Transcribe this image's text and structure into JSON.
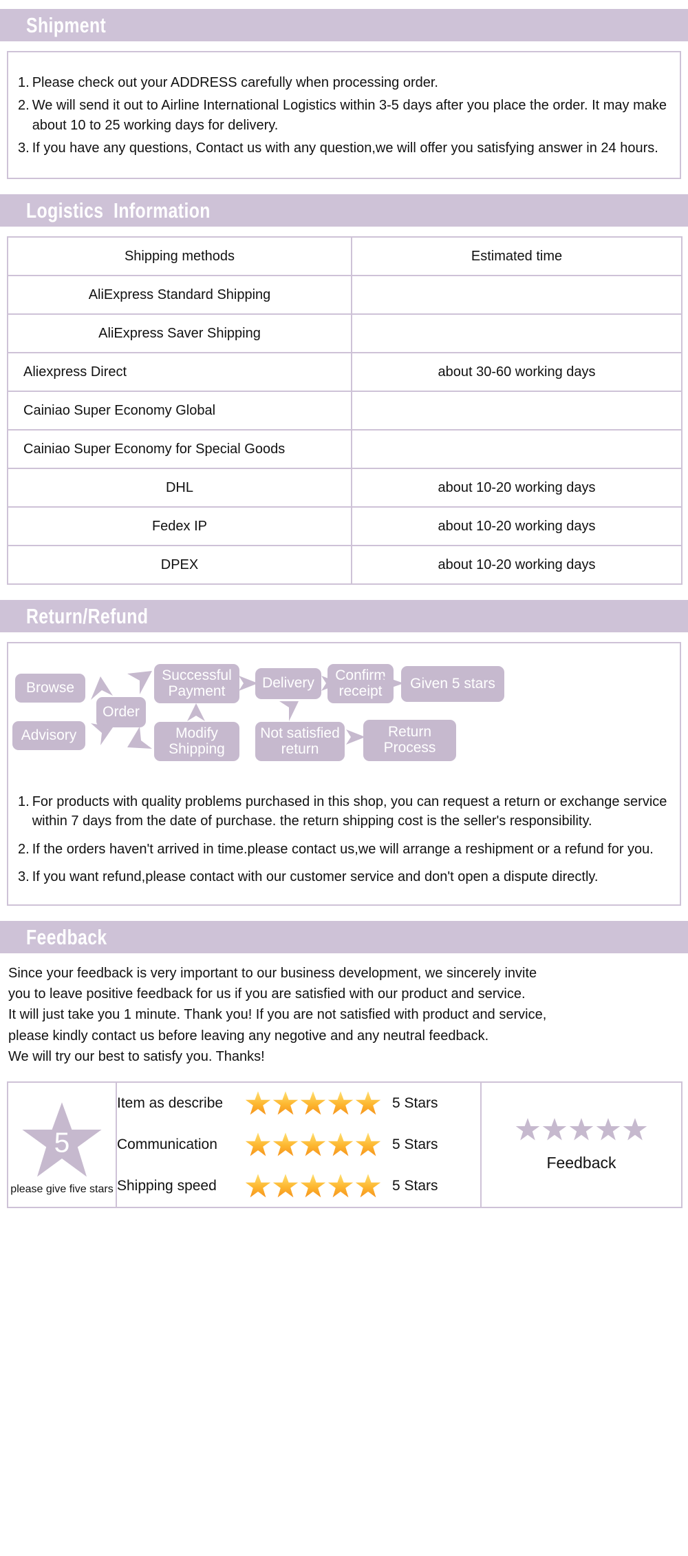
{
  "sections": {
    "shipment": {
      "title": "Shipment",
      "items": [
        {
          "num": "1.",
          "text": "Please check out your ADDRESS carefully when processing order."
        },
        {
          "num": "2.",
          "text": "We will send it out to Airline International Logistics within 3-5 days after you place the order. It may make about 10 to 25 working days for delivery."
        },
        {
          "num": "3.",
          "text": "If you have any questions, Contact us with any question,we will offer you satisfying answer in 24 hours."
        }
      ]
    },
    "logistics": {
      "title": "Logistics  Information",
      "columns": [
        "Shipping methods",
        "Estimated time"
      ],
      "rows": [
        {
          "method": "AliExpress Standard Shipping",
          "time": ""
        },
        {
          "method": "AliExpress Saver Shipping",
          "time": ""
        },
        {
          "method": "Aliexpress Direct",
          "time": "about 30-60 working days"
        },
        {
          "method": "Cainiao Super Economy Global",
          "time": ""
        },
        {
          "method": "Cainiao Super Economy for Special Goods",
          "time": ""
        },
        {
          "method": "DHL",
          "time": "about 10-20 working days"
        },
        {
          "method": "Fedex IP",
          "time": "about 10-20 working days"
        },
        {
          "method": "DPEX",
          "time": "about 10-20 working days"
        }
      ]
    },
    "return_refund": {
      "title": "Return/Refund",
      "flow_nodes": [
        {
          "id": "browse",
          "label": "Browse"
        },
        {
          "id": "advisory",
          "label": "Advisory"
        },
        {
          "id": "order",
          "label": "Order"
        },
        {
          "id": "successful-payment",
          "label": "Successful\nPayment"
        },
        {
          "id": "modify-shipping",
          "label": "Modify\nShipping"
        },
        {
          "id": "delivery",
          "label": "Delivery"
        },
        {
          "id": "confirm-receipt",
          "label": "Confirm\nreceipt"
        },
        {
          "id": "given-5-stars",
          "label": "Given 5 stars"
        },
        {
          "id": "not-satisfied-return",
          "label": "Not satisfied\nreturn"
        },
        {
          "id": "return-process",
          "label": "Return\nProcess"
        }
      ],
      "items": [
        {
          "num": "1.",
          "text": "For products with quality problems purchased in this shop, you can request a return or exchange service within 7 days from the date of purchase. the return shipping cost is the seller's responsibility."
        },
        {
          "num": "2.",
          "text": "If the orders haven't arrived in time.please contact us,we will arrange a reshipment or a refund for you."
        },
        {
          "num": "3.",
          "text": "If you want refund,please contact with our customer service and don't open a dispute directly."
        }
      ]
    },
    "feedback": {
      "title": "Feedback",
      "paragraph_lines": [
        "Since your feedback is very important to our business development, we sincerely invite",
        "you to leave positive feedback for us if you are satisfied with our product and service.",
        "It will just take you 1 minute. Thank you! If you are not satisfied with product and service,",
        "please kindly contact us before leaving any negotive and any neutral feedback.",
        "We will try our best to satisfy you. Thanks!"
      ],
      "rating": {
        "big_star_number": "5",
        "give_label": "please give five stars",
        "rows": [
          {
            "label": "Item as describe",
            "stars": 5,
            "value": "5 Stars"
          },
          {
            "label": "Communication",
            "stars": 5,
            "value": "5 Stars"
          },
          {
            "label": "Shipping speed",
            "stars": 5,
            "value": "5 Stars"
          }
        ],
        "feedback_stars": 5,
        "feedback_label": "Feedback"
      }
    }
  },
  "colors": {
    "bar": "#cec2d7",
    "node": "#c6b9ce",
    "border": "#cec2d7",
    "star_gold_light": "#ffd34d",
    "star_gold_dark": "#f79b1e",
    "star_lilac": "#c6b9ce",
    "text": "#111111"
  }
}
